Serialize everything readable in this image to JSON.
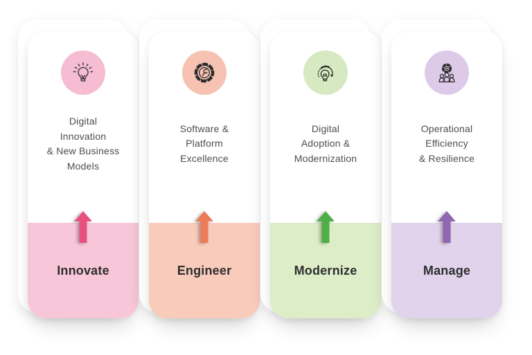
{
  "page": {
    "background": "#ffffff"
  },
  "cards": [
    {
      "id": "innovate",
      "icon": "idea-bulb-icon",
      "title": "Digital\nInnovation\n& New Business\nModels",
      "label": "Innovate",
      "colors": {
        "circle": "#f5bcd2",
        "section": "#f7c6d8",
        "arrow": "#e8517e"
      }
    },
    {
      "id": "engineer",
      "icon": "gear-wrench-icon",
      "title": "Software &\nPlatform\nExcellence",
      "label": "Engineer",
      "colors": {
        "circle": "#f6c2b2",
        "section": "#f9cbbb",
        "arrow": "#ec7c59"
      }
    },
    {
      "id": "modernize",
      "icon": "bulb-gear-icon",
      "title": "Digital\nAdoption &\nModernization",
      "label": "Modernize",
      "colors": {
        "circle": "#d6e9c1",
        "section": "#dcedc8",
        "arrow": "#4fae45"
      }
    },
    {
      "id": "manage",
      "icon": "team-gear-icon",
      "title": "Operational\nEfficiency\n& Resilience",
      "label": "Manage",
      "colors": {
        "circle": "#dccae8",
        "section": "#e1d3eb",
        "arrow": "#8f66af"
      }
    }
  ]
}
